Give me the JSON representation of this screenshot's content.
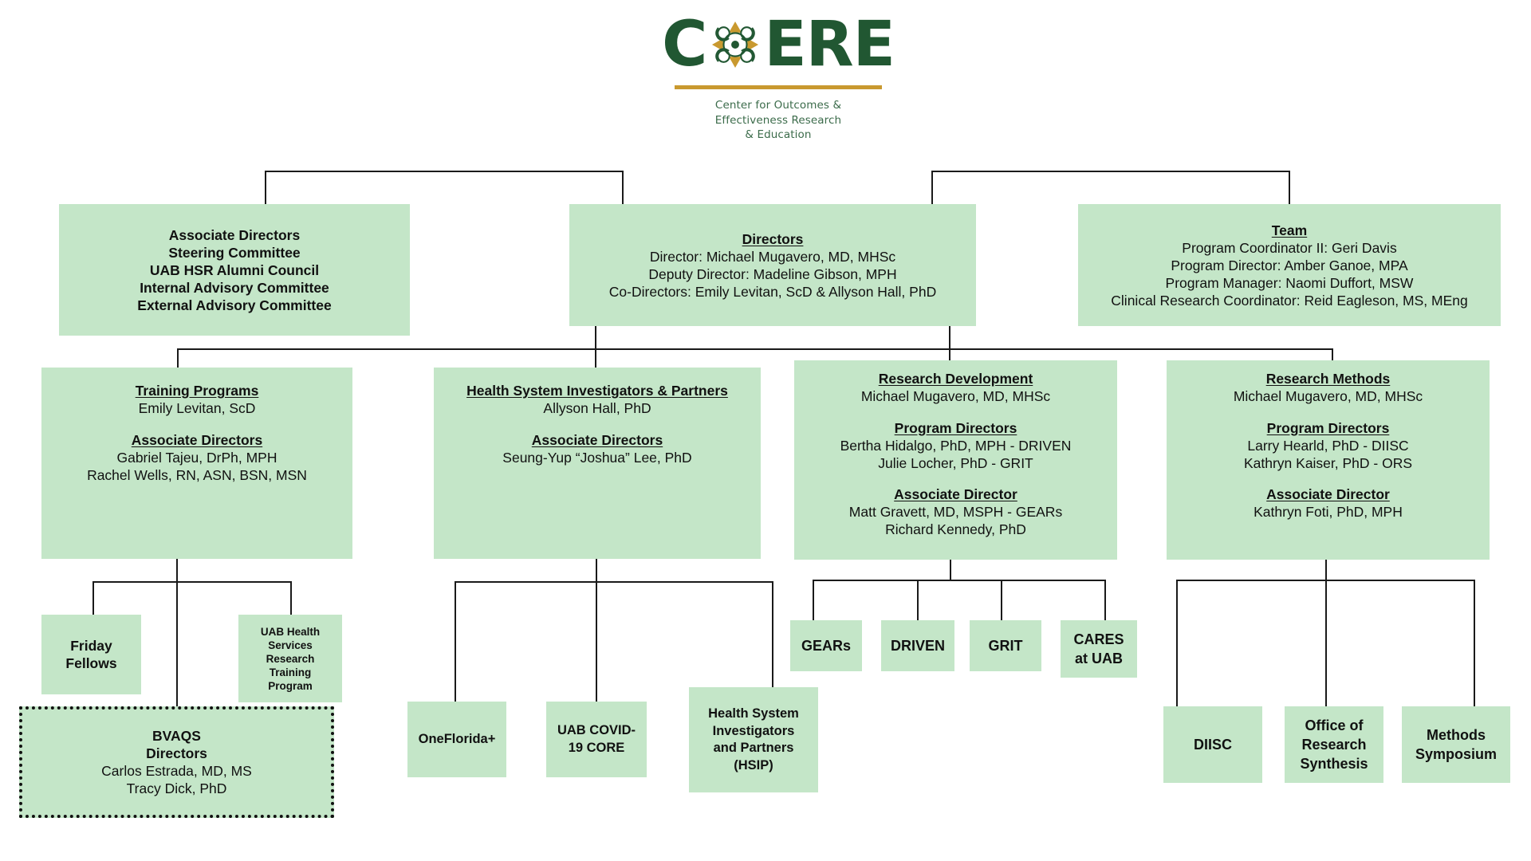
{
  "logo": {
    "wordmark_left": "C",
    "wordmark_right": "ERE",
    "mark_name": "core-floral-emblem",
    "tagline_line1": "Center for Outcomes &",
    "tagline_line2": "Effectiveness Research",
    "tagline_line3": "& Education",
    "colors": {
      "green": "#215732",
      "gold": "#c9992f",
      "box_fill": "#c4e6c8",
      "tagline_text": "#3b6b4a",
      "line": "#1a1a1a"
    }
  },
  "chart_data": {
    "type": "diagram",
    "title": "CORE Organizational Chart",
    "levels": 4
  },
  "boxes": {
    "associate_directors_panel": {
      "lines": [
        "Associate Directors",
        "Steering Committee",
        "UAB HSR Alumni Council",
        "Internal Advisory Committee",
        "External Advisory Committee"
      ]
    },
    "directors": {
      "heading": "Directors",
      "lines": [
        "Director: Michael Mugavero, MD, MHSc",
        "Deputy Director: Madeline Gibson, MPH",
        "Co-Directors: Emily Levitan, ScD & Allyson Hall, PhD"
      ]
    },
    "team": {
      "heading": "Team",
      "lines": [
        "Program Coordinator II: Geri Davis",
        "Program Director: Amber Ganoe, MPA",
        "Program Manager: Naomi Duffort, MSW",
        "Clinical Research Coordinator: Reid Eagleson, MS, MEng"
      ]
    },
    "training_programs": {
      "heading": "Training Programs",
      "lead": "Emily Levitan, ScD",
      "sub_heading": "Associate Directors",
      "sub_lines": [
        "Gabriel Tajeu, DrPh, MPH",
        "Rachel Wells, RN, ASN, BSN, MSN"
      ]
    },
    "health_system": {
      "heading": "Health System Investigators & Partners",
      "lead": "Allyson Hall, PhD",
      "sub_heading": "Associate Directors",
      "sub_lines": [
        "Seung-Yup “Joshua” Lee, PhD"
      ]
    },
    "research_development": {
      "heading": "Research Development",
      "lead": "Michael Mugavero, MD, MHSc",
      "sub_heading": "Program Directors",
      "sub_lines": [
        "Bertha Hidalgo, PhD, MPH - DRIVEN",
        "Julie Locher, PhD - GRIT"
      ],
      "sub_heading2": "Associate Director",
      "sub_lines2": [
        "Matt Gravett, MD, MSPH - GEARs",
        "Richard Kennedy, PhD"
      ]
    },
    "research_methods": {
      "heading": "Research Methods",
      "lead": "Michael Mugavero, MD, MHSc",
      "sub_heading": "Program Directors",
      "sub_lines": [
        "Larry Hearld, PhD - DIISC",
        "Kathryn Kaiser, PhD - ORS"
      ],
      "sub_heading2": "Associate Director",
      "sub_lines2": [
        "Kathryn Foti, PhD, MPH"
      ]
    },
    "friday_fellows": {
      "lines": [
        "Friday",
        "Fellows"
      ]
    },
    "uab_hsr_training": {
      "lines": [
        "UAB Health",
        "Services",
        "Research",
        "Training",
        "Program"
      ]
    },
    "bvaqs": {
      "lines": [
        "BVAQS",
        "Directors"
      ],
      "names": [
        "Carlos Estrada, MD, MS",
        "Tracy Dick, PhD"
      ]
    },
    "onefloridaplus": {
      "lines": [
        "OneFlorida+"
      ]
    },
    "uab_covid19_core": {
      "lines": [
        "UAB COVID-",
        "19 CORE"
      ]
    },
    "hsip": {
      "lines": [
        "Health System",
        "Investigators",
        "and Partners",
        "(HSIP)"
      ]
    },
    "gears": {
      "lines": [
        "GEARs"
      ]
    },
    "driven": {
      "lines": [
        "DRIVEN"
      ]
    },
    "grit": {
      "lines": [
        "GRIT"
      ]
    },
    "cares_at_uab": {
      "lines": [
        "CARES",
        "at UAB"
      ]
    },
    "diisc": {
      "lines": [
        "DIISC"
      ]
    },
    "office_research_synthesis": {
      "lines": [
        "Office of",
        "Research",
        "Synthesis"
      ]
    },
    "methods_symposium": {
      "lines": [
        "Methods",
        "Symposium"
      ]
    }
  }
}
